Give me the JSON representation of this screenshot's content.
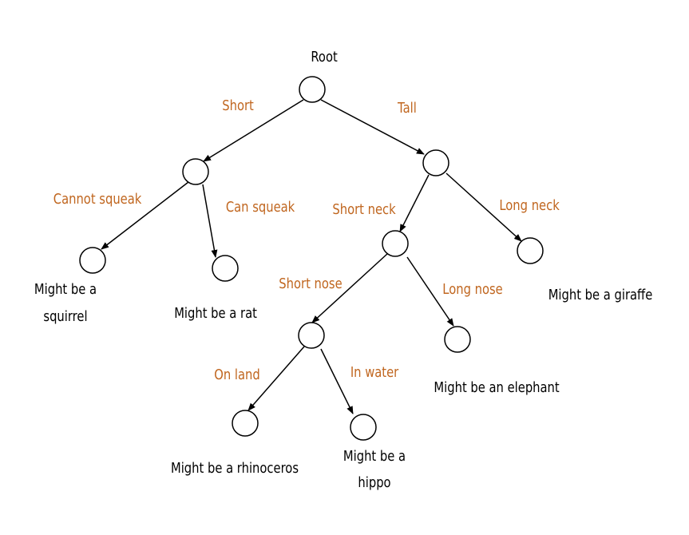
{
  "colors": {
    "edge_label": "#c0661f",
    "leaf_label": "#000000",
    "line": "#000000"
  },
  "diagram": {
    "nodes": {
      "root": {
        "label": "Root"
      },
      "short": {
        "label": ""
      },
      "tall": {
        "label": ""
      },
      "squirrel": {
        "label_lines": [
          "Might be a",
          "squirrel"
        ]
      },
      "rat": {
        "label_lines": [
          "Might be a rat"
        ]
      },
      "short_neck": {
        "label": ""
      },
      "giraffe": {
        "label_lines": [
          "Might be a giraffe"
        ]
      },
      "short_nose": {
        "label": ""
      },
      "elephant": {
        "label_lines": [
          "Might be an elephant"
        ]
      },
      "rhino": {
        "label_lines": [
          "Might be a rhinoceros"
        ]
      },
      "hippo": {
        "label_lines": [
          "Might be a",
          "hippo"
        ]
      }
    },
    "edges": {
      "root_short": "Short",
      "root_tall": "Tall",
      "short_squirrel": "Cannot squeak",
      "short_rat": "Can squeak",
      "tall_shortneck": "Short neck",
      "tall_giraffe": "Long neck",
      "shortneck_shortnose": "Short nose",
      "shortneck_elephant": "Long nose",
      "shortnose_rhino": "On land",
      "shortnose_hippo": "In water"
    }
  }
}
